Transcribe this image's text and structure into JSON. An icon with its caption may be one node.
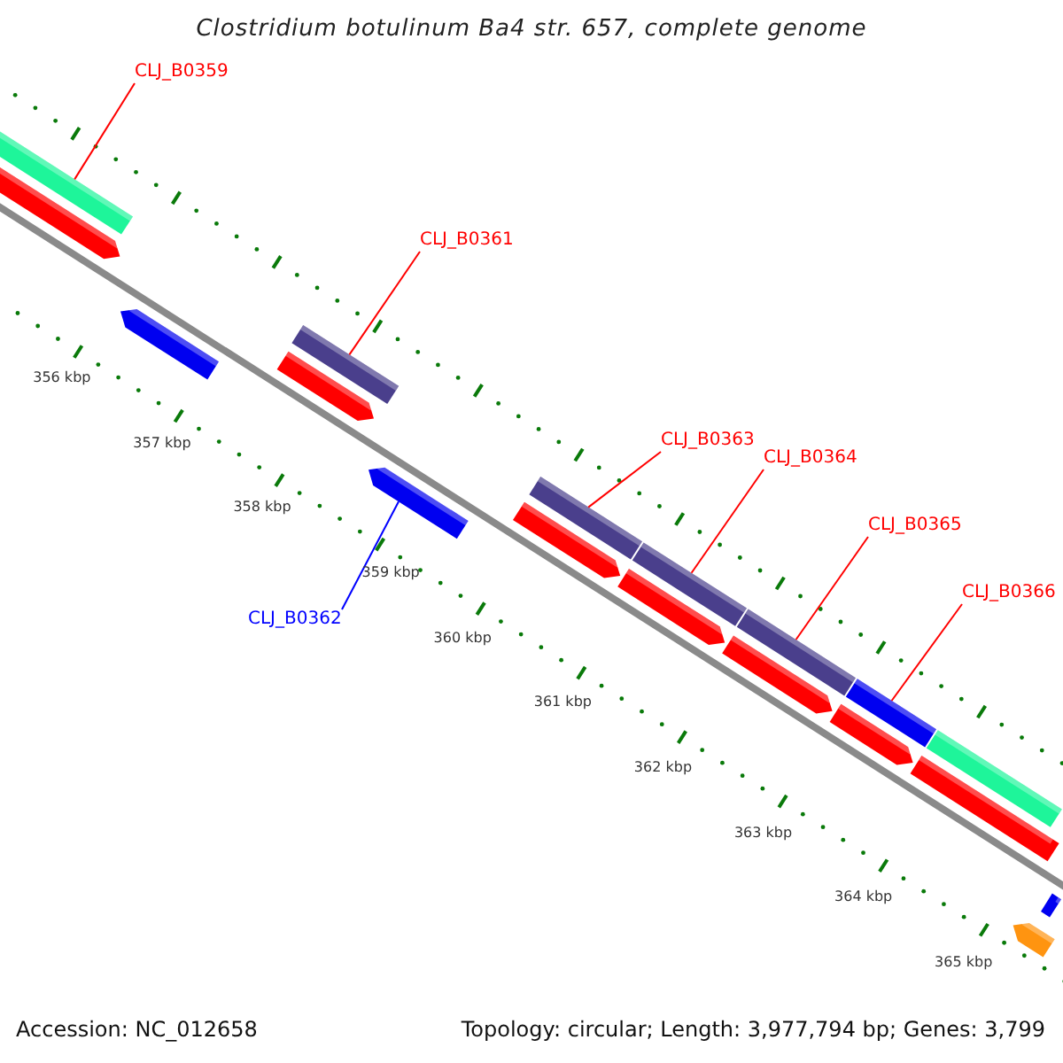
{
  "diagram": {
    "title": "Clostridium botulinum Ba4 str. 657, complete genome",
    "nodes": [
      {
        "text": [
          "CLJ_B0359"
        ]
      },
      {
        "text": [],
        "shape": "bar"
      },
      {
        "text": [
          "CLJ_B0361"
        ]
      },
      {
        "text": [],
        "shape": "bar"
      },
      {
        "text": [
          "CLJ_B0363"
        ]
      },
      {
        "text": [],
        "shape": "bar"
      },
      {
        "text": [
          "CLJ_B0364"
        ]
      },
      {
        "text": [],
        "shape": "bar"
      },
      {
        "text": [
          "CLJ_B0365"
        ]
      },
      {
        "text": [],
        "shape": "bar"
      },
      {
        "text": [
          "CLJ_B0366"
        ]
      },
      {
        "text": [],
        "shape": "bar"
      },
      {
        "text": [
          "CLJ_B0362"
        ]
      },
      {
        "text": [],
        "shape": "arrow"
      },
      {
        "text": [],
        "shape": "arrow"
      },
      {
        "text": [],
        "shape": "arrow"
      },
      {
        "text": [],
        "shape": "arrow"
      },
      {
        "text": [],
        "shape": "arrow"
      },
      {
        "text": [],
        "shape": "arrow"
      },
      {
        "text": [],
        "shape": "arrow"
      },
      {
        "text": [],
        "shape": "arrow"
      },
      {
        "text": [],
        "shape": "bar"
      },
      {
        "text": [],
        "shape": "arrow"
      },
      {
        "text": [],
        "shape": "arrow"
      },
      {
        "text": [],
        "shape": "bar"
      }
    ],
    "edges": [
      {
        "from": 0,
        "to": 1,
        "arrow": "none"
      },
      {
        "from": 2,
        "to": 3,
        "arrow": "none"
      },
      {
        "from": 4,
        "to": 5,
        "arrow": "none"
      },
      {
        "from": 6,
        "to": 7,
        "arrow": "none"
      },
      {
        "from": 8,
        "to": 9,
        "arrow": "none"
      },
      {
        "from": 10,
        "to": 11,
        "arrow": "none"
      },
      {
        "from": 12,
        "to": 13,
        "arrow": "none",
        "color": "#0000ff"
      }
    ],
    "labels": [
      "356 kbp",
      "357 kbp",
      "358 kbp",
      "359 kbp",
      "360 kbp",
      "361 kbp",
      "362 kbp",
      "363 kbp",
      "364 kbp",
      "365 kbp",
      "Accession: NC_012658",
      "Topology: circular; Length: 3,977,794 bp; Genes: 3,799"
    ]
  }
}
